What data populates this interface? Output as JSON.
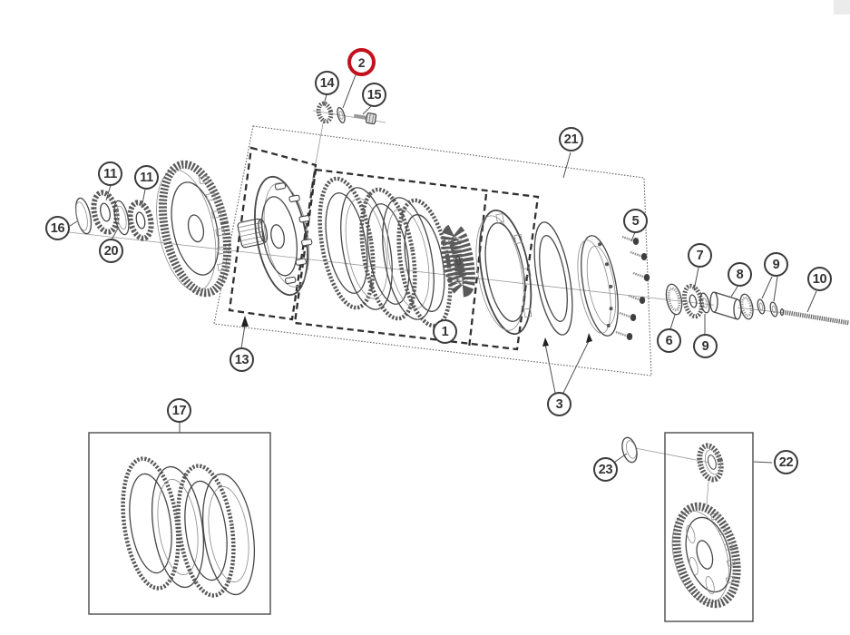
{
  "page": {
    "background_color": "#ffffff",
    "corner_tab_color": "#ebebeb"
  },
  "diagram": {
    "type": "exploded-parts-diagram",
    "line_color": "#474747",
    "highlight_color": "#c3111c",
    "callouts": [
      {
        "id": "part-1",
        "label": "1",
        "highlighted": false
      },
      {
        "id": "part-2",
        "label": "2",
        "highlighted": true
      },
      {
        "id": "part-3",
        "label": "3",
        "highlighted": false
      },
      {
        "id": "part-5",
        "label": "5",
        "highlighted": false
      },
      {
        "id": "part-6",
        "label": "6",
        "highlighted": false
      },
      {
        "id": "part-7",
        "label": "7",
        "highlighted": false
      },
      {
        "id": "part-8",
        "label": "8",
        "highlighted": false
      },
      {
        "id": "part-9a",
        "label": "9",
        "highlighted": false
      },
      {
        "id": "part-9b",
        "label": "9",
        "highlighted": false
      },
      {
        "id": "part-10",
        "label": "10",
        "highlighted": false
      },
      {
        "id": "part-11a",
        "label": "11",
        "highlighted": false
      },
      {
        "id": "part-11b",
        "label": "11",
        "highlighted": false
      },
      {
        "id": "part-13",
        "label": "13",
        "highlighted": false
      },
      {
        "id": "part-14",
        "label": "14",
        "highlighted": false
      },
      {
        "id": "part-15",
        "label": "15",
        "highlighted": false
      },
      {
        "id": "part-16",
        "label": "16",
        "highlighted": false
      },
      {
        "id": "part-17",
        "label": "17",
        "highlighted": false
      },
      {
        "id": "part-20",
        "label": "20",
        "highlighted": false
      },
      {
        "id": "part-21",
        "label": "21",
        "highlighted": false
      },
      {
        "id": "part-22",
        "label": "22",
        "highlighted": false
      },
      {
        "id": "part-23",
        "label": "23",
        "highlighted": false
      }
    ]
  }
}
